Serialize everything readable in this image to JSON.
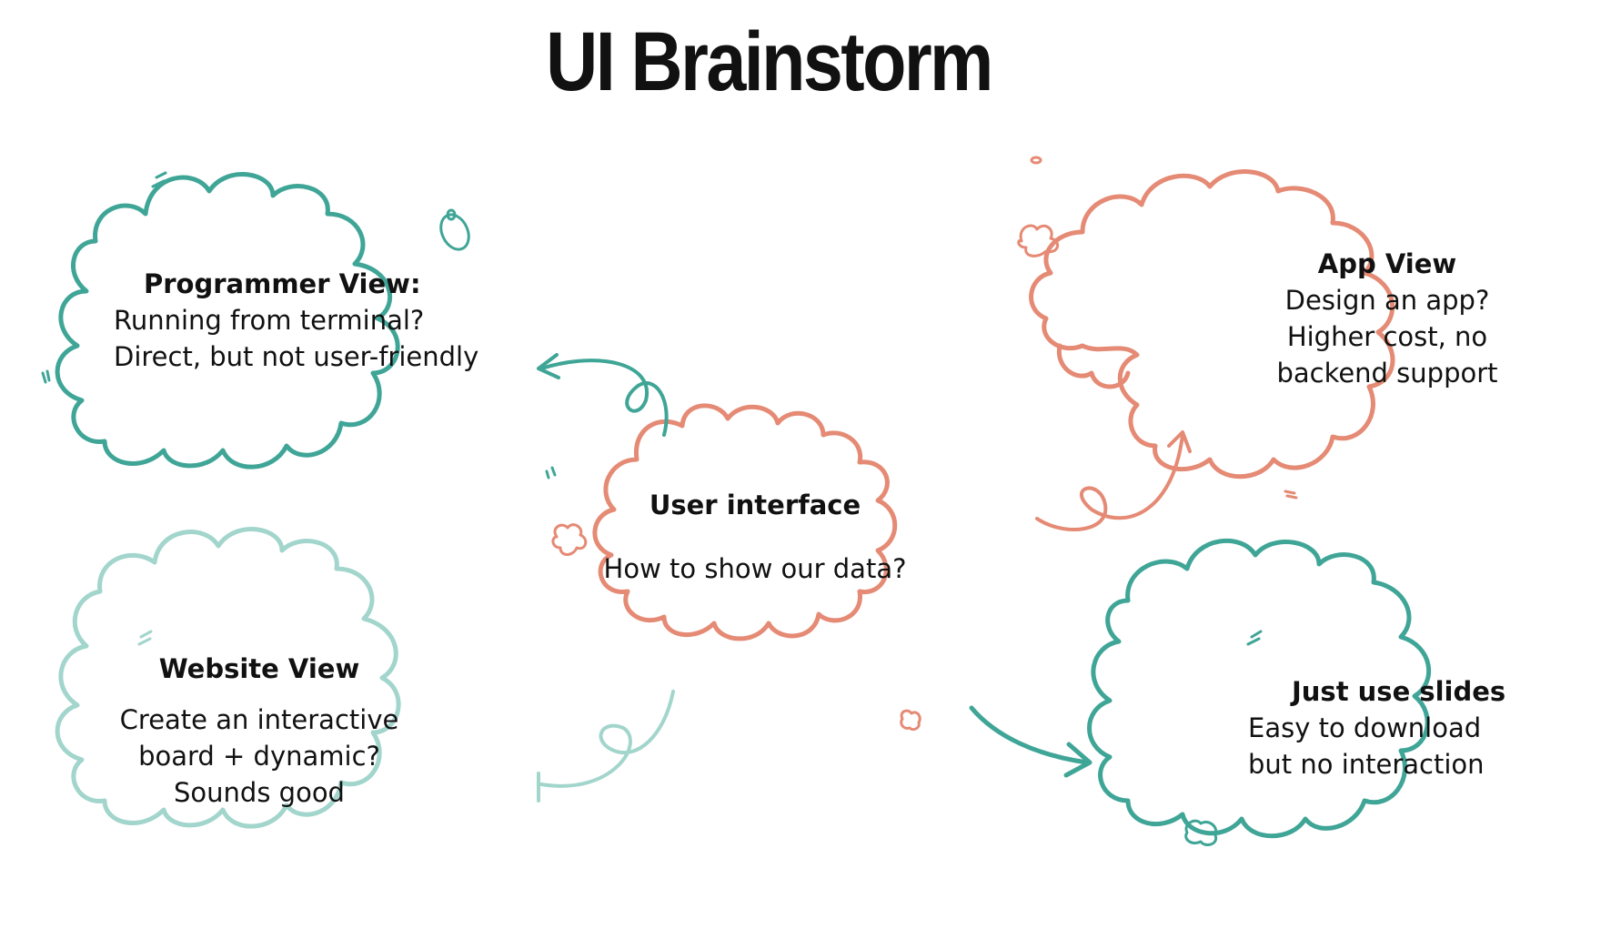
{
  "title": "UI Brainstorm",
  "colors": {
    "salmon": "#e58a74",
    "teal": "#3fa597",
    "teal_light": "#a2d5cc"
  },
  "nodes": {
    "user_interface": {
      "heading": "User interface",
      "body": "How to show our data?"
    },
    "programmer_view": {
      "heading": "Programmer View:",
      "body": "Running from terminal?\nDirect, but not user-friendly"
    },
    "website_view": {
      "heading": "Website View",
      "body": "Create an interactive\nboard + dynamic?\nSounds good"
    },
    "app_view": {
      "heading": "App View",
      "body": "Design an app?\nHigher cost, no\nbackend support"
    },
    "just_use_slides": {
      "heading": "Just use slides",
      "body": "Easy to download\nbut no interaction"
    }
  }
}
